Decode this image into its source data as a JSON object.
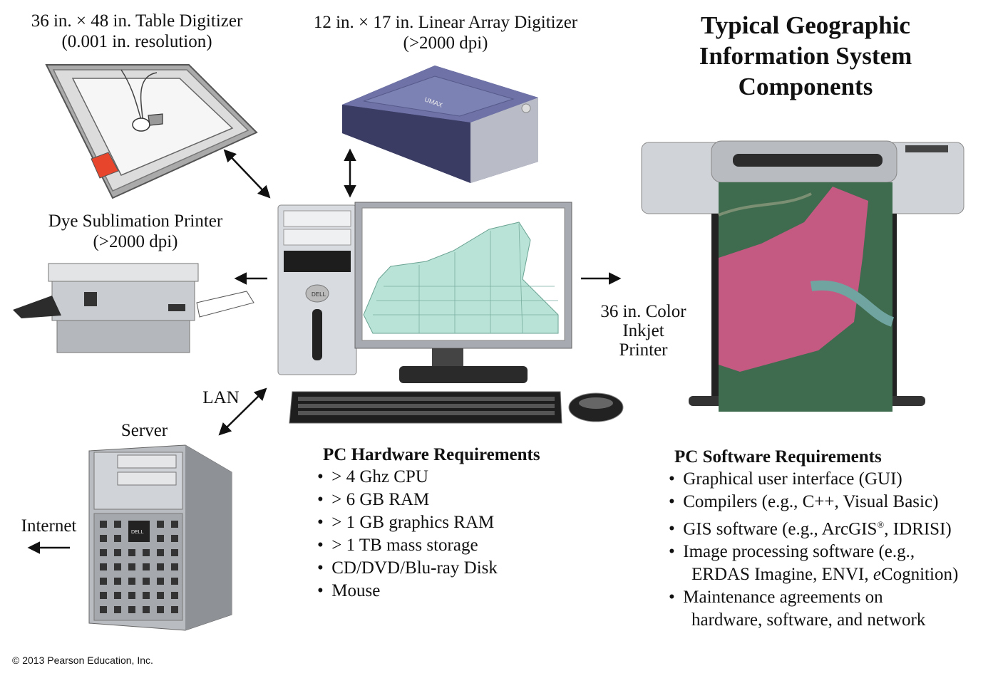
{
  "title": [
    "Typical Geographic",
    "Information System",
    "Components"
  ],
  "devices": {
    "table_digitizer": [
      "36 in. × 48 in. Table Digitizer",
      "(0.001 in. resolution)"
    ],
    "linear_digitizer": [
      "12 in. × 17 in. Linear Array Digitizer",
      "(>2000 dpi)"
    ],
    "dye_printer": [
      "Dye Sublimation Printer",
      "(>2000 dpi)"
    ],
    "inkjet_printer": [
      "36 in. Color",
      "Inkjet",
      "Printer"
    ],
    "server": "Server",
    "lan": "LAN",
    "internet": "Internet",
    "scanner_brand": "UMAX",
    "pc_brand": "DELL"
  },
  "hardware": {
    "heading": "PC Hardware Requirements",
    "items": [
      "> 4 Ghz CPU",
      "> 6 GB RAM",
      "> 1 GB graphics RAM",
      "> 1 TB mass storage",
      "CD/DVD/Blu-ray Disk",
      "Mouse"
    ]
  },
  "software": {
    "heading": "PC Software Requirements",
    "items": [
      [
        "Graphical user interface (GUI)"
      ],
      [
        "Compilers (e.g., C++, Visual Basic)"
      ],
      [
        "GIS software (e.g., ArcGIS",
        "®",
        ", IDRISI)"
      ],
      [
        "Image processing software (e.g.,"
      ],
      [
        "ERDAS Imagine, ENVI, ",
        "e",
        "Cognition)"
      ],
      [
        "Maintenance agreements on"
      ],
      [
        "hardware, software, and network"
      ]
    ]
  },
  "copyright": "© 2013 Pearson Education, Inc.",
  "colors": {
    "digitizer_puck": "#e8452d",
    "map_fill": "#b9e3d7",
    "image_pink": "#c45a82",
    "image_green": "#3f6b4f",
    "device_gray": "#c9ccd0",
    "scanner_blue": "#5c5f90"
  }
}
